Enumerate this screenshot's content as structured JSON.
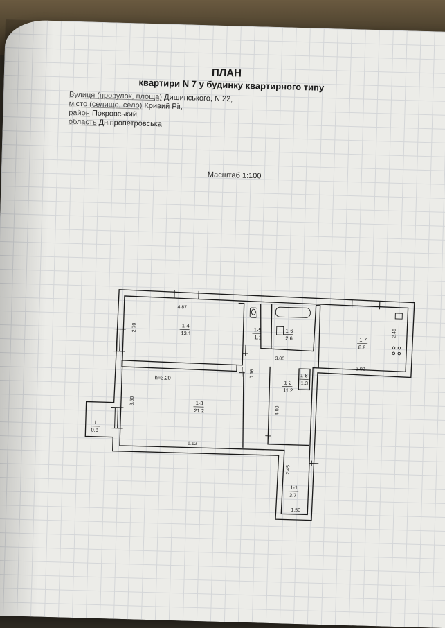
{
  "document": {
    "title": "ПЛАН",
    "subtitle": "квартири  N 7  у будинку квартирного типу",
    "address": [
      {
        "label": "Вулиця (провулок, площа)",
        "value": "Дишинського,  N 22,"
      },
      {
        "label": "місто (селище, село)",
        "value": "Кривий Ріг,"
      },
      {
        "label": "район",
        "value": "Покровський,"
      },
      {
        "label": "область",
        "value": "Дніпропетровська"
      }
    ],
    "scale": "Масштаб 1:100"
  },
  "plan": {
    "height_label": "h=3.20",
    "rooms": [
      {
        "id": "1-4",
        "area": "13.1"
      },
      {
        "id": "1-3",
        "area": "21.2"
      },
      {
        "id": "1-5",
        "area": "1.1"
      },
      {
        "id": "1-6",
        "area": "2.6"
      },
      {
        "id": "1-7",
        "area": "8.8"
      },
      {
        "id": "1-2",
        "area": "11.2"
      },
      {
        "id": "1-8",
        "area": "1.3"
      },
      {
        "id": "1-1",
        "area": "3.7"
      },
      {
        "id": "I",
        "area": "0.8"
      }
    ],
    "dimensions": {
      "d_487": "4.87",
      "d_270": "2.70",
      "d_300": "3.00",
      "d_096": "0.96",
      "d_246": "2.46",
      "d_392": "3.92",
      "d_350": "3.50",
      "d_400": "4.00",
      "d_612": "6.12",
      "d_245": "2.45",
      "d_150": "1.50"
    }
  }
}
